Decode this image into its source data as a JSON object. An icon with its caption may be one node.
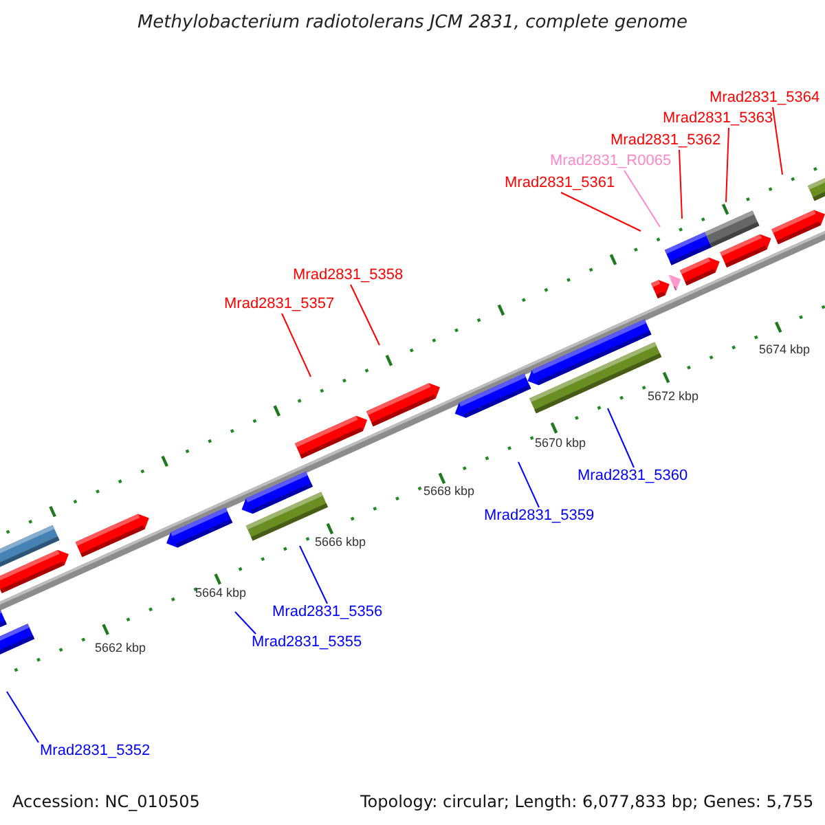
{
  "diagram": {
    "title": "Methylobacterium radiotolerans JCM 2831, complete genome",
    "nodes": [
      {
        "text": [
          "Mrad2831_5364"
        ]
      },
      {
        "text": [
          "Mrad2831_5363"
        ]
      },
      {
        "text": [
          "Mrad2831_5362"
        ]
      },
      {
        "text": [
          "Mrad2831_R0065"
        ]
      },
      {
        "text": [
          "Mrad2831_5361"
        ]
      },
      {
        "text": [
          "Mrad2831_5358"
        ]
      },
      {
        "text": [
          "Mrad2831_5357"
        ]
      },
      {
        "text": [
          "Mrad2831_5360"
        ]
      },
      {
        "text": [
          "Mrad2831_5359"
        ]
      },
      {
        "text": [
          "Mrad2831_5356"
        ]
      },
      {
        "text": [
          "Mrad2831_5355"
        ]
      },
      {
        "text": [
          "Mrad2831_5352"
        ]
      }
    ],
    "edges": [
      {
        "from": 0,
        "to": null,
        "arrow": "none"
      },
      {
        "from": 1,
        "to": null,
        "arrow": "none"
      },
      {
        "from": 2,
        "to": null,
        "arrow": "none"
      },
      {
        "from": 3,
        "to": null,
        "arrow": "none",
        "color": "#ff88cc"
      },
      {
        "from": 4,
        "to": null,
        "arrow": "none"
      },
      {
        "from": 5,
        "to": null,
        "arrow": "none"
      },
      {
        "from": 6,
        "to": null,
        "arrow": "none"
      },
      {
        "from": 7,
        "to": null,
        "arrow": "none",
        "color": "#0000ff"
      },
      {
        "from": 8,
        "to": null,
        "arrow": "none",
        "color": "#0000ff"
      },
      {
        "from": 9,
        "to": null,
        "arrow": "none",
        "color": "#0000ff"
      },
      {
        "from": 10,
        "to": null,
        "arrow": "none",
        "color": "#0000ff"
      },
      {
        "from": 11,
        "to": null,
        "arrow": "none",
        "color": "#0000ff"
      }
    ],
    "labels": [
      "5674 kbp",
      "5672 kbp",
      "5670 kbp",
      "5668 kbp",
      "5666 kbp",
      "5664 kbp",
      "5662 kbp",
      "Accession: NC_010505",
      "Topology: circular; Length: 6,077,833 bp; Genes: 5,755"
    ]
  }
}
